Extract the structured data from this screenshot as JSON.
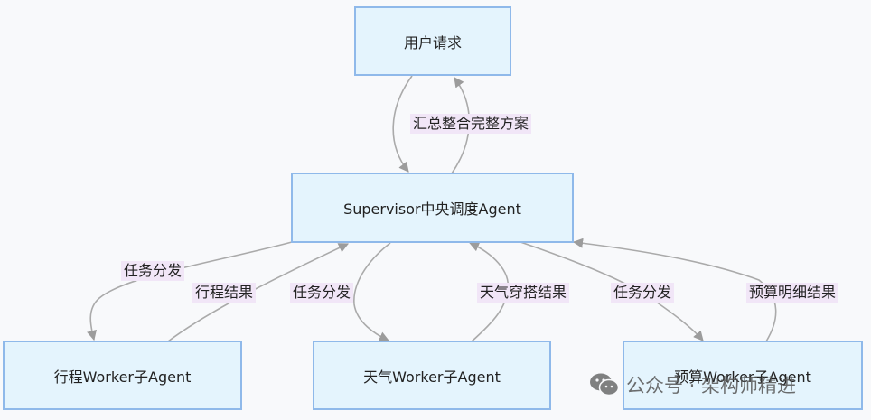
{
  "nodes": {
    "user_request": "用户请求",
    "supervisor": "Supervisor中央调度Agent",
    "itinerary": "行程Worker子Agent",
    "weather": "天气Worker子Agent",
    "budget": "预算Worker子Agent"
  },
  "edges": {
    "summarize": "汇总整合完整方案",
    "dispatch_itinerary": "任务分发",
    "itinerary_result": "行程结果",
    "dispatch_weather": "任务分发",
    "weather_result": "天气穿搭结果",
    "dispatch_budget": "任务分发",
    "budget_result": "预算明细结果"
  },
  "watermark": {
    "icon": "wechat-icon",
    "text": "公众号 · 架构师精进"
  },
  "colors": {
    "node_fill": "#e4f4fd",
    "node_border": "#8fb9ea",
    "edge": "#aaaaaa",
    "label_bg": "#f1e6f7"
  }
}
